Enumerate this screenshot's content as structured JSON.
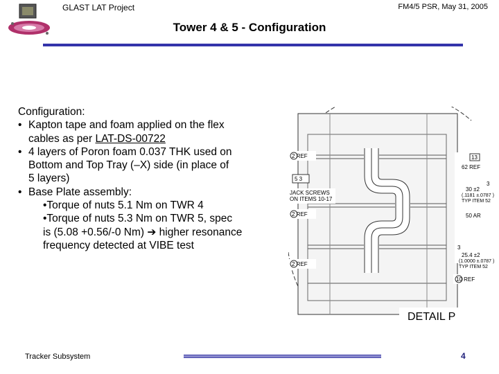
{
  "header": {
    "left": "GLAST LAT Project",
    "right": "FM4/5 PSR, May 31, 2005"
  },
  "title": "Tower 4 & 5 - Configuration",
  "body": {
    "heading": "Configuration:",
    "b1_l1": "Kapton tape and foam applied on the flex",
    "b1_l2a": "cables as per ",
    "b1_l2b": "LAT-DS-00722",
    "b2_l1": "4 layers of Poron foam 0.037 THK used on",
    "b2_l2": "Bottom and Top Tray (–X) side (in place of",
    "b2_l3": "5 layers)",
    "b3_l1": "Base Plate assembly:",
    "s1": "•Torque of nuts 5.1 Nm on TWR 4",
    "s2_l1": "•Torque of nuts 5.3 Nm on TWR 5, spec",
    "s2_l2a": "is (5.08 +0.56/-0 Nm) ",
    "arrow": "➔",
    "s2_l2b": " higher resonance",
    "s2_l3": "frequency detected at VIBE test"
  },
  "drawing": {
    "labels": {
      "ref1": "2  REF",
      "ref2": "2  REF",
      "ref3": "2  REF",
      "ref4": "10  REF",
      "box53": "5   3",
      "jack1": "JACK SCREWS",
      "jack2": "ON ITEMS 10-17",
      "n13": "13",
      "n62": "62 REF",
      "r302": "30 ±2",
      "r1": "(.1181 ±.0787 )",
      "r2": "TYP ITEM 52",
      "n3a": "3",
      "n50": "50 AR",
      "n3b": "3",
      "r254": "25.4 ±2",
      "r3": "(1.0000 ±.0787 )",
      "r4": "TYP ITEM 52",
      "detail": "DETAIL P"
    }
  },
  "footer": {
    "left": "Tracker Subsystem",
    "page": "4"
  },
  "colors": {
    "accent": "#3333aa",
    "page_number": "#1f1f7a"
  }
}
